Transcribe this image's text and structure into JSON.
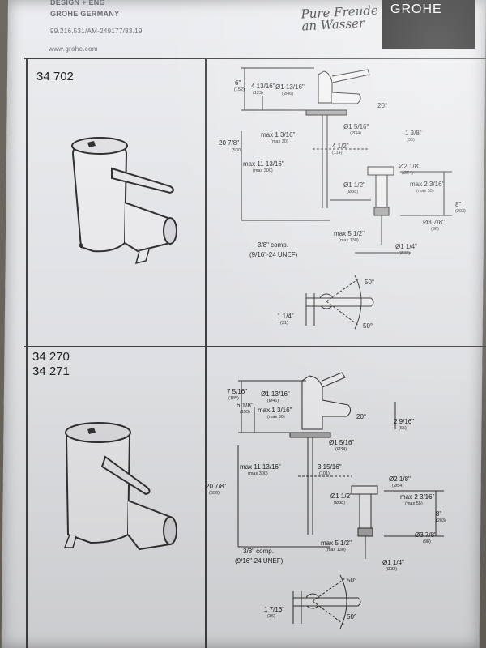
{
  "header": {
    "design_line": "DESIGN + ENG",
    "company": "GROHE GERMANY",
    "doc_number": "99.216.531/AM-249177/83.19",
    "website": "www.grohe.com",
    "tagline_1": "Pure Freude",
    "tagline_2": "an Wasser",
    "brand": "GROHE"
  },
  "sections": [
    {
      "models": [
        "34 702"
      ],
      "dims": {
        "h_top": "6\"",
        "h_top_mm": "(152)",
        "h_4": "4 13/16\"",
        "h_4_mm": "(123)",
        "d_handle": "Ø1 13/16\"",
        "d_handle_mm": "(Ø46)",
        "angle": "20°",
        "d_base": "Ø1 5/16\"",
        "d_base_mm": "(Ø34)",
        "max_thick": "max 1 3/16\"",
        "max_thick_mm": "(max 30)",
        "drop": "1 3/8\"",
        "drop_mm": "(35)",
        "total": "20 7/8\"",
        "total_mm": "(530)",
        "reach": "4 1/2\"",
        "reach_mm": "(114)",
        "max_below": "max 11 13/16\"",
        "max_below_mm": "(max 300)",
        "d_drain": "Ø2 1/8\"",
        "d_drain_mm": "(Ø54)",
        "d_plug": "Ø1 1/2\"",
        "d_plug_mm": "(Ø38)",
        "max_plug": "max 2 3/16\"",
        "max_plug_mm": "(max 55)",
        "h_drain": "8\"",
        "h_drain_mm": "(203)",
        "d_tail": "Ø3 7/8\"",
        "d_tail_mm": "(98)",
        "max_rod": "max 5 1/2\"",
        "max_rod_mm": "(max 130)",
        "d_pipe": "Ø1 1/4\"",
        "d_pipe_mm": "(Ø32)",
        "comp": "3/8\" comp.",
        "thread": "(9/16\"-24 UNEF)",
        "rot_a": "50°",
        "rot_b": "50°",
        "offset": "1 1/4\"",
        "offset_mm": "(31)"
      }
    },
    {
      "models": [
        "34 270",
        "34 271"
      ],
      "dims": {
        "h_top": "7 5/16\"",
        "h_top_mm": "(185)",
        "h_4": "6 1/8\"",
        "h_4_mm": "(155)",
        "d_handle": "Ø1 13/16\"",
        "d_handle_mm": "(Ø46)",
        "angle": "20°",
        "d_base": "Ø1 5/16\"",
        "d_base_mm": "(Ø34)",
        "max_thick": "max 1 3/16\"",
        "max_thick_mm": "(max 30)",
        "drop": "2 9/16\"",
        "drop_mm": "(65)",
        "total": "20 7/8\"",
        "total_mm": "(530)",
        "reach": "3 15/16\"",
        "reach_mm": "(101)",
        "max_below": "max 11 13/16\"",
        "max_below_mm": "(max 300)",
        "d_drain": "Ø2 1/8\"",
        "d_drain_mm": "(Ø54)",
        "d_plug": "Ø1 1/2\"",
        "d_plug_mm": "(Ø38)",
        "max_plug": "max 2 3/16\"",
        "max_plug_mm": "(max 55)",
        "h_drain": "8\"",
        "h_drain_mm": "(203)",
        "d_tail": "Ø3 7/8\"",
        "d_tail_mm": "(98)",
        "max_rod": "max 5 1/2\"",
        "max_rod_mm": "(max 130)",
        "d_pipe": "Ø1 1/4\"",
        "d_pipe_mm": "(Ø32)",
        "comp": "3/8\" comp.",
        "thread": "(9/16\"-24 UNEF)",
        "rot_a": "50°",
        "rot_b": "50°",
        "offset": "1 7/16\"",
        "offset_mm": "(36)"
      }
    }
  ]
}
